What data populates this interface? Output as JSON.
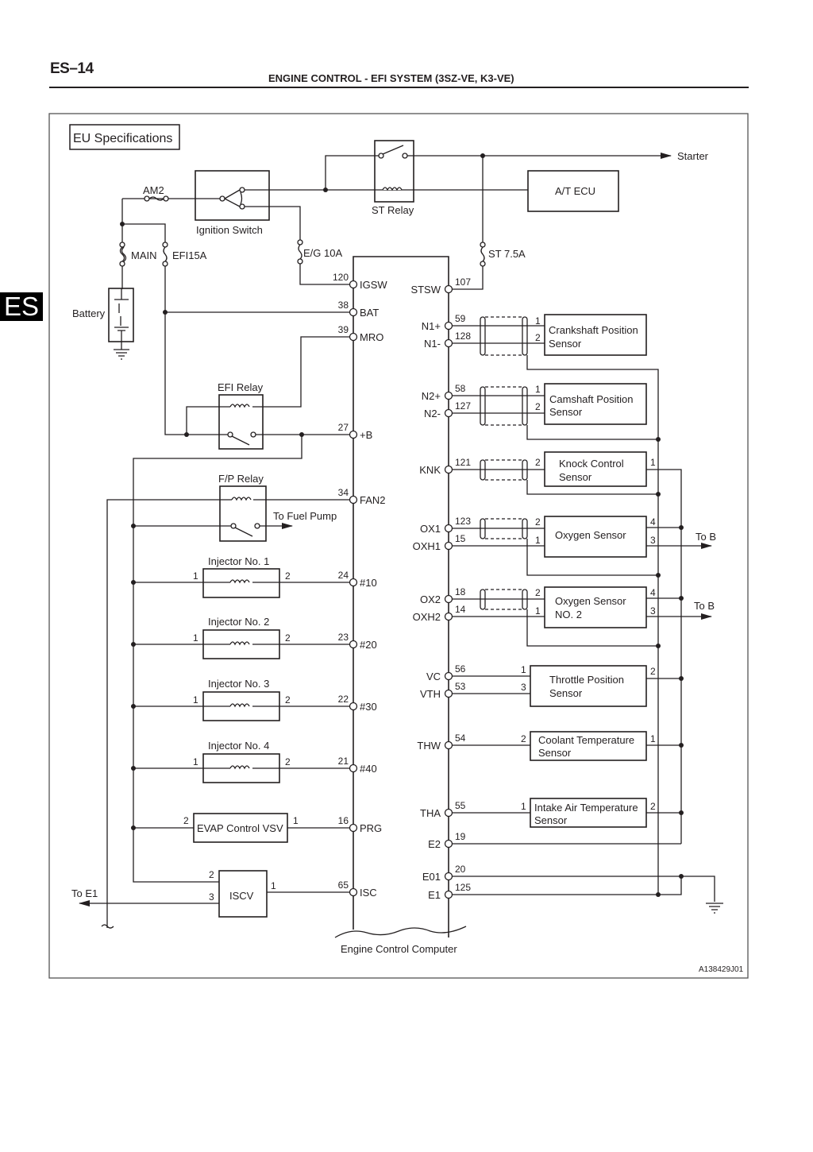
{
  "header": {
    "page_number": "ES–14",
    "title": "ENGINE CONTROL - EFI SYSTEM (3SZ-VE, K3-VE)",
    "side_tab": "ES"
  },
  "diagram": {
    "spec_label": "EU Specifications",
    "figure_id": "A138429J01",
    "ecu_label": "Engine Control Computer",
    "fuses": {
      "am2": "AM2",
      "main": "MAIN",
      "efi": "EFI15A",
      "eg": "E/G 10A",
      "st": "ST 7.5A"
    },
    "components": {
      "ignition_switch": "Ignition Switch",
      "st_relay": "ST Relay",
      "at_ecu": "A/T ECU",
      "starter": "Starter",
      "battery": "Battery",
      "efi_relay": "EFI Relay",
      "fp_relay": "F/P Relay",
      "to_fuel_pump": "To Fuel Pump",
      "injector1": "Injector No. 1",
      "injector2": "Injector No. 2",
      "injector3": "Injector No. 3",
      "injector4": "Injector No. 4",
      "evap": "EVAP Control VSV",
      "iscv": "ISCV",
      "to_e1": "To E1",
      "crank_l1": "Crankshaft Position",
      "crank_l2": "Sensor",
      "cam_l1": "Camshaft Position",
      "cam_l2": "Sensor",
      "knock_l1": "Knock Control",
      "knock_l2": "Sensor",
      "ox1": "Oxygen Sensor",
      "ox2_l1": "Oxygen Sensor",
      "ox2_l2": "NO. 2",
      "to_b": "To B",
      "tps_l1": "Throttle Position",
      "tps_l2": "Sensor",
      "ect_l1": "Coolant Temperature",
      "ect_l2": "Sensor",
      "iat_l1": "Intake Air Temperature",
      "iat_l2": "Sensor"
    },
    "left_terminals": [
      {
        "pin": "120",
        "name": "IGSW"
      },
      {
        "pin": "38",
        "name": "BAT"
      },
      {
        "pin": "39",
        "name": "MRO"
      },
      {
        "pin": "27",
        "name": "+B"
      },
      {
        "pin": "34",
        "name": "FAN2"
      },
      {
        "pin": "24",
        "name": "#10"
      },
      {
        "pin": "23",
        "name": "#20"
      },
      {
        "pin": "22",
        "name": "#30"
      },
      {
        "pin": "21",
        "name": "#40"
      },
      {
        "pin": "16",
        "name": "PRG"
      },
      {
        "pin": "65",
        "name": "ISC"
      }
    ],
    "right_terminals": [
      {
        "pin": "107",
        "name": "STSW"
      },
      {
        "pin": "59",
        "name": "N1+"
      },
      {
        "pin": "128",
        "name": "N1-"
      },
      {
        "pin": "58",
        "name": "N2+"
      },
      {
        "pin": "127",
        "name": "N2-"
      },
      {
        "pin": "121",
        "name": "KNK"
      },
      {
        "pin": "123",
        "name": "OX1"
      },
      {
        "pin": "15",
        "name": "OXH1"
      },
      {
        "pin": "18",
        "name": "OX2"
      },
      {
        "pin": "14",
        "name": "OXH2"
      },
      {
        "pin": "56",
        "name": "VC"
      },
      {
        "pin": "53",
        "name": "VTH"
      },
      {
        "pin": "54",
        "name": "THW"
      },
      {
        "pin": "55",
        "name": "THA"
      },
      {
        "pin": "19",
        "name": "E2"
      },
      {
        "pin": "20",
        "name": "E01"
      },
      {
        "pin": "125",
        "name": "E1"
      }
    ],
    "component_pins": {
      "p1": "1",
      "p2": "2",
      "p3": "3",
      "p4": "4"
    }
  }
}
